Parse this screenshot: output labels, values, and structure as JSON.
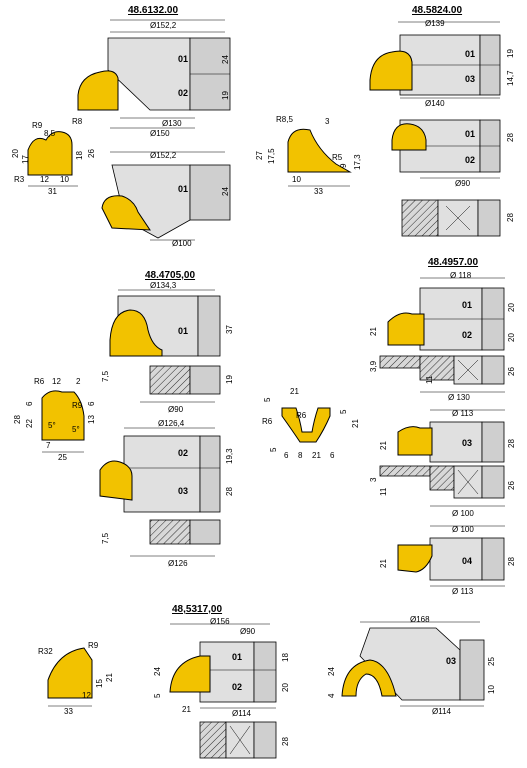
{
  "tools": [
    {
      "code": "48.6132.00",
      "parts": [
        "01",
        "02"
      ],
      "dims": [
        "Ø152,2",
        "24",
        "19",
        "Ø130",
        "Ø150"
      ]
    },
    {
      "code": "48.5824.00",
      "parts": [
        "01",
        "03"
      ],
      "dims": [
        "Ø139",
        "19",
        "14,7",
        "Ø140"
      ]
    },
    {
      "code": "48.4705,00",
      "parts": [
        "01"
      ],
      "dims": [
        "Ø134,3",
        "37",
        "7,5",
        "19",
        "Ø90"
      ]
    },
    {
      "code": "48.4957.00",
      "parts": [
        "01",
        "02"
      ],
      "dims": [
        "Ø 118",
        "20",
        "21",
        "20",
        "3,9",
        "26",
        "11",
        "Ø 130"
      ]
    },
    {
      "code": "48,5317,00",
      "parts": [
        "01",
        "02"
      ],
      "dims": [
        "Ø156",
        "Ø90",
        "24",
        "5",
        "18",
        "20",
        "21",
        "Ø114",
        "28"
      ]
    }
  ],
  "extra": {
    "second_6132": {
      "parts": [
        "01"
      ],
      "dims": [
        "Ø152,2",
        "24",
        "Ø100"
      ]
    },
    "second_5824": {
      "parts": [
        "01",
        "02"
      ],
      "dims": [
        "28",
        "Ø90",
        "28"
      ]
    },
    "set_126": {
      "parts": [
        "02",
        "03"
      ],
      "dims": [
        "Ø126,4",
        "19,3",
        "28",
        "7,5",
        "Ø126"
      ]
    },
    "set_113a": {
      "parts": [
        "03"
      ],
      "dims": [
        "Ø 113",
        "21",
        "28",
        "3",
        "11",
        "26",
        "Ø 100"
      ]
    },
    "set_113b": {
      "parts": [
        "04"
      ],
      "dims": [
        "Ø 100",
        "28",
        "21",
        "Ø 113"
      ]
    },
    "set_168": {
      "parts": [
        "03"
      ],
      "dims": [
        "Ø168",
        "25",
        "24",
        "4",
        "10",
        "Ø114"
      ]
    }
  },
  "profiles": {
    "p1": {
      "dims": [
        "R9",
        "8,5",
        "R8",
        "20",
        "17",
        "18",
        "26",
        "R3",
        "12",
        "10",
        "31"
      ]
    },
    "p2": {
      "dims": [
        "R8,5",
        "3",
        "27",
        "17,5",
        "R5",
        "9",
        "17,3",
        "10",
        "33"
      ]
    },
    "p3": {
      "dims": [
        "R6",
        "12",
        "2",
        "R9",
        "28",
        "22",
        "6",
        "13",
        "6",
        "5°",
        "5°",
        "7",
        "25"
      ]
    },
    "p4": {
      "dims": [
        "5",
        "21",
        "R6",
        "R6",
        "5",
        "21",
        "5",
        "6",
        "8",
        "21",
        "6"
      ]
    },
    "p5": {
      "dims": [
        "R32",
        "R9",
        "21",
        "15",
        "12",
        "33"
      ]
    }
  }
}
